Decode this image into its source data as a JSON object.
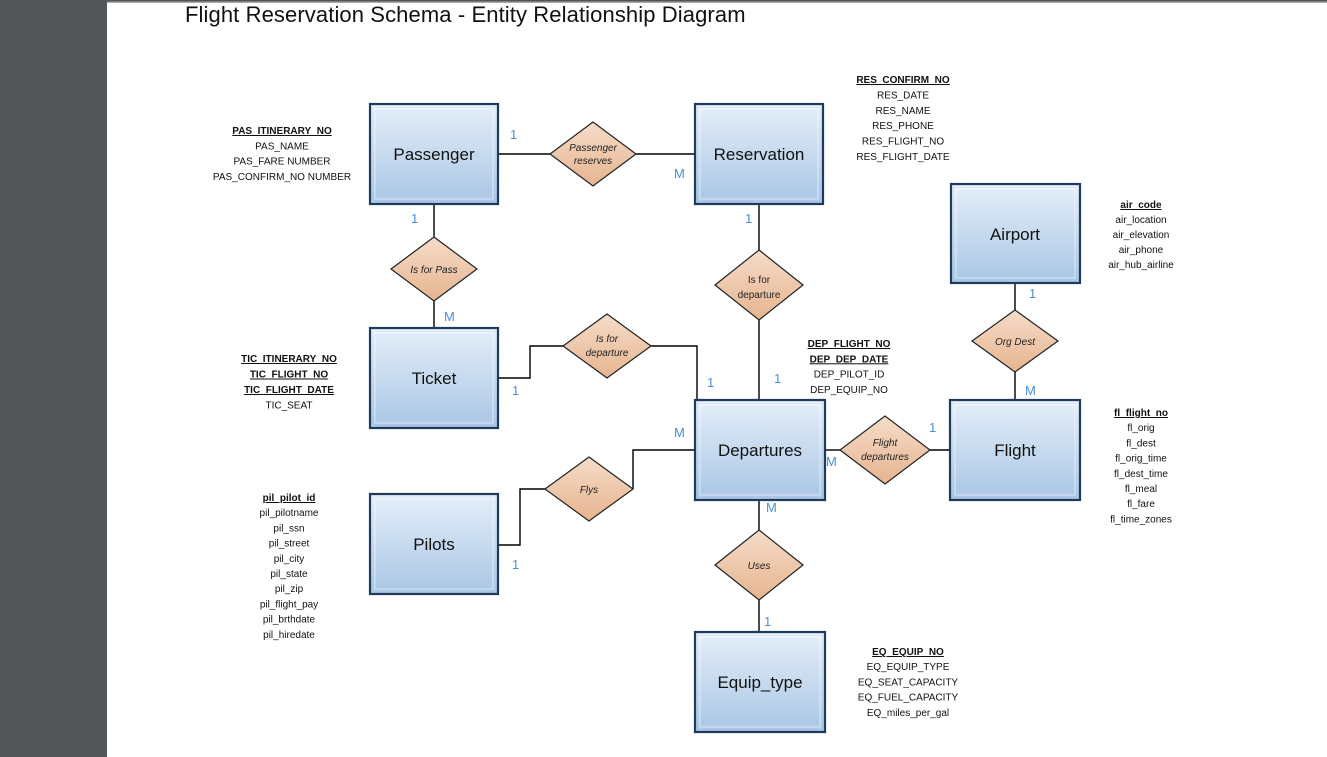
{
  "title": "Flight Reservation Schema - Entity Relationship Diagram",
  "colors": {
    "entity_fill_top": "#e4eef9",
    "entity_fill_bottom": "#a9c6e4",
    "relationship_fill": "#efc8ad",
    "cardinality": "#4a8ed8",
    "sidebar": "#525659"
  },
  "entities": {
    "passenger": "Passenger",
    "reservation": "Reservation",
    "airport": "Airport",
    "ticket": "Ticket",
    "departures": "Departures",
    "flight": "Flight",
    "pilots": "Pilots",
    "equip_type": "Equip_type"
  },
  "relationships": {
    "passenger_reserves": [
      "Passenger",
      "reserves"
    ],
    "is_for_pass": [
      "Is for Pass"
    ],
    "is_for_departure_res": [
      "Is for",
      "departure"
    ],
    "is_for_departure_tic": [
      "Is for",
      "departure"
    ],
    "org_dest": [
      "Org Dest"
    ],
    "flight_departures": [
      "Flight",
      "departures"
    ],
    "flys": [
      "Flys"
    ],
    "uses": [
      "Uses"
    ]
  },
  "cardinalities": {
    "passenger_reserves_passenger": "1",
    "passenger_reserves_reservation": "M",
    "is_for_pass_passenger": "1",
    "is_for_pass_ticket": "M",
    "res_dep_reservation": "1",
    "res_dep_departures": "1",
    "tic_dep_ticket": "1",
    "tic_dep_departures": "1",
    "org_dest_airport": "1",
    "org_dest_flight": "M",
    "flight_dep_flight": "1",
    "flight_dep_departures": "M",
    "flys_pilots": "1",
    "flys_departures": "M",
    "uses_departures": "M",
    "uses_equip": "1"
  },
  "attributes": {
    "passenger": [
      {
        "text": "PAS_ITINERARY_NO",
        "key": true
      },
      {
        "text": "PAS_NAME",
        "key": false
      },
      {
        "text": "PAS_FARE NUMBER",
        "key": false
      },
      {
        "text": "PAS_CONFIRM_NO NUMBER",
        "key": false
      }
    ],
    "reservation": [
      {
        "text": "RES_CONFIRM_NO",
        "key": true
      },
      {
        "text": "RES_DATE",
        "key": false
      },
      {
        "text": "RES_NAME",
        "key": false
      },
      {
        "text": "RES_PHONE",
        "key": false
      },
      {
        "text": "RES_FLIGHT_NO",
        "key": false
      },
      {
        "text": "RES_FLIGHT_DATE",
        "key": false
      }
    ],
    "airport": [
      {
        "text": "air_code",
        "key": true
      },
      {
        "text": "air_location",
        "key": false
      },
      {
        "text": "air_elevation",
        "key": false
      },
      {
        "text": "air_phone",
        "key": false
      },
      {
        "text": "air_hub_airline",
        "key": false
      }
    ],
    "ticket": [
      {
        "text": "TIC_ITINERARY_NO",
        "key": true
      },
      {
        "text": "TIC_FLIGHT_NO",
        "key": true
      },
      {
        "text": "TIC_FLIGHT_DATE",
        "key": true
      },
      {
        "text": "TIC_SEAT",
        "key": false
      }
    ],
    "departures": [
      {
        "text": "DEP_FLIGHT_NO",
        "key": true
      },
      {
        "text": "DEP_DEP_DATE",
        "key": true
      },
      {
        "text": "DEP_PILOT_ID",
        "key": false
      },
      {
        "text": "DEP_EQUIP_NO",
        "key": false
      }
    ],
    "flight": [
      {
        "text": "fl_flight_no",
        "key": true
      },
      {
        "text": "fl_orig",
        "key": false
      },
      {
        "text": "fl_dest",
        "key": false
      },
      {
        "text": "fl_orig_time",
        "key": false
      },
      {
        "text": "fl_dest_time",
        "key": false
      },
      {
        "text": "fl_meal",
        "key": false
      },
      {
        "text": "fl_fare",
        "key": false
      },
      {
        "text": "fl_time_zones",
        "key": false
      }
    ],
    "pilots": [
      {
        "text": "pil_pilot_id",
        "key": true
      },
      {
        "text": "pil_pilotname",
        "key": false
      },
      {
        "text": "pil_ssn",
        "key": false
      },
      {
        "text": "pil_street",
        "key": false
      },
      {
        "text": "pil_city",
        "key": false
      },
      {
        "text": "pil_state",
        "key": false
      },
      {
        "text": "pil_zip",
        "key": false
      },
      {
        "text": "pil_flight_pay",
        "key": false
      },
      {
        "text": "pil_brthdate",
        "key": false
      },
      {
        "text": "pil_hiredate",
        "key": false
      }
    ],
    "equip_type": [
      {
        "text": "EQ_EQUIP_NO",
        "key": true
      },
      {
        "text": "EQ_EQUIP_TYPE",
        "key": false
      },
      {
        "text": "EQ_SEAT_CAPACITY",
        "key": false
      },
      {
        "text": "EQ_FUEL_CAPACITY",
        "key": false
      },
      {
        "text": "EQ_miles_per_gal",
        "key": false
      }
    ]
  }
}
